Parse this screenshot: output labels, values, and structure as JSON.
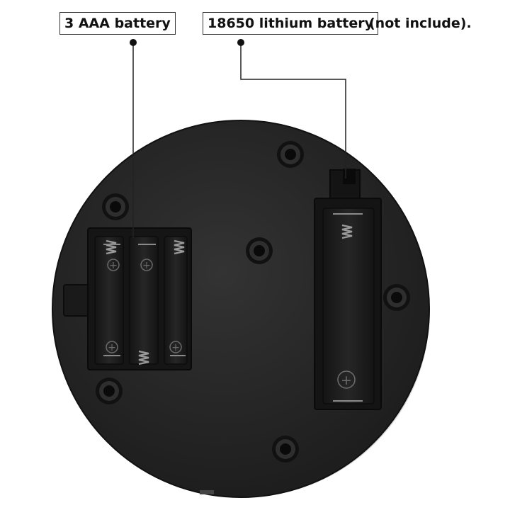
{
  "callouts": {
    "aaa": {
      "label": "3 AAA battery"
    },
    "lithium": {
      "label": "18650 lithium battery",
      "suffix": "(not include)."
    }
  },
  "symbols": {
    "plus": "+"
  },
  "colors": {
    "base": "#262626",
    "base_edge": "#111111",
    "compartment": "#1b1b1b",
    "spring": "#9a9a9a",
    "leader": "#222222"
  },
  "icons": [
    "screw-hole-icon",
    "spring-contact-icon",
    "plus-terminal-icon"
  ]
}
